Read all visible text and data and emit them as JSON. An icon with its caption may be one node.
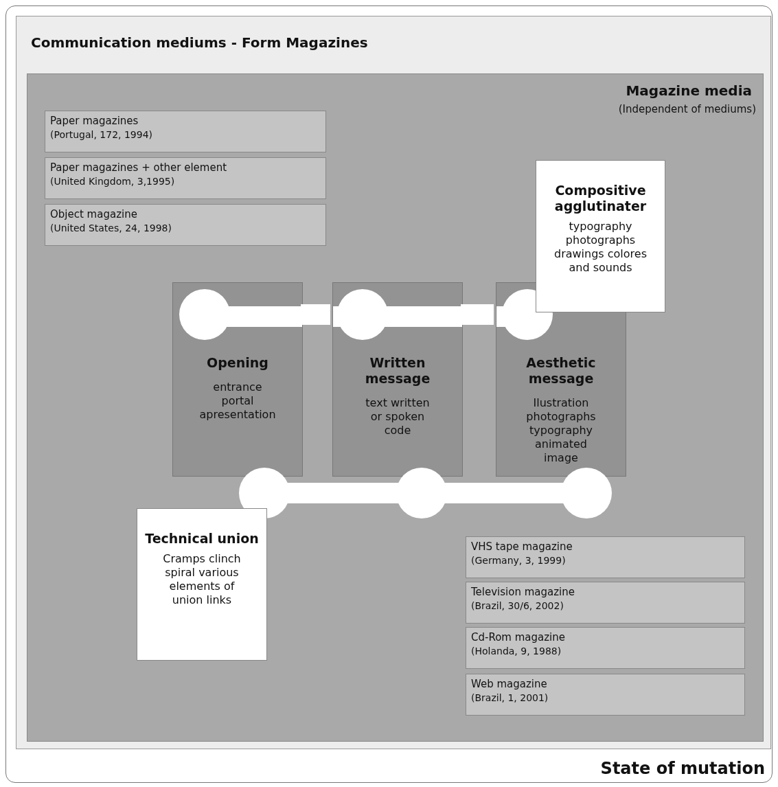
{
  "diagram": {
    "nodes": [
      {
        "text": [
          "State of mutation"
        ]
      },
      {
        "text": [
          "Communication mediums - Form Magazines"
        ],
        "in": 0
      },
      {
        "text": [
          "Magazine media",
          "(Independent of mediums)"
        ],
        "in": 1
      },
      {
        "text": [
          "Paper magazines",
          "(Portugal, 172, 1994)"
        ],
        "in": 2
      },
      {
        "text": [
          "Paper magazines + other element",
          "(United Kingdom, 3,1995)"
        ],
        "in": 2
      },
      {
        "text": [
          "Object magazine",
          "(United States, 24, 1998)"
        ],
        "in": 2
      },
      {
        "text": [
          "Opening",
          "entrance portal apresentation"
        ],
        "in": 2
      },
      {
        "text": [
          "Written message",
          "text written or spoken code"
        ],
        "in": 2
      },
      {
        "text": [
          "Aesthetic message",
          "Ilustration photographs typography animated image"
        ],
        "in": 2
      },
      {
        "text": [
          "Compositive agglutinater",
          "typography photographs drawings colores and sounds"
        ],
        "in": 2
      },
      {
        "text": [
          "Technical union",
          "Cramps clinch spiral various elements of union links"
        ],
        "in": 2
      },
      {
        "text": [
          "VHS tape magazine",
          "(Germany, 3, 1999)"
        ],
        "in": 2
      },
      {
        "text": [
          "Television magazine",
          "(Brazil, 30/6, 2002)"
        ],
        "in": 2
      },
      {
        "text": [
          "Cd-Rom magazine",
          "(Holanda, 9, 1988)"
        ],
        "in": 2
      },
      {
        "text": [
          "Web magazine",
          "(Brazil, 1, 2001)"
        ],
        "in": 2
      }
    ]
  }
}
